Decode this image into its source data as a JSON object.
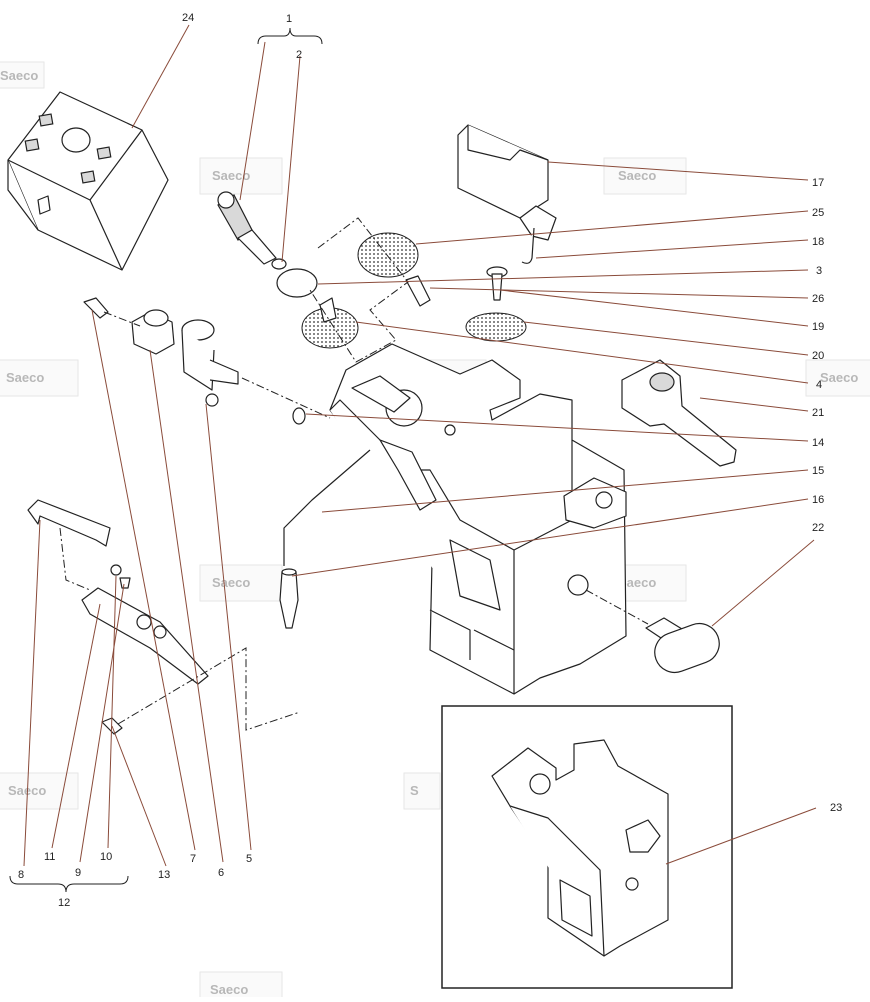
{
  "diagram": {
    "watermark_text": "Saeco",
    "callouts": [
      "1",
      "2",
      "3",
      "4",
      "5",
      "6",
      "7",
      "8",
      "9",
      "10",
      "11",
      "12",
      "13",
      "14",
      "15",
      "16",
      "17",
      "18",
      "19",
      "20",
      "21",
      "22",
      "23",
      "24",
      "25",
      "26"
    ],
    "brand_colors": {
      "leader_line": "#8a4b3a",
      "watermark": "#b8b8b8",
      "line_art": "#222222"
    }
  }
}
